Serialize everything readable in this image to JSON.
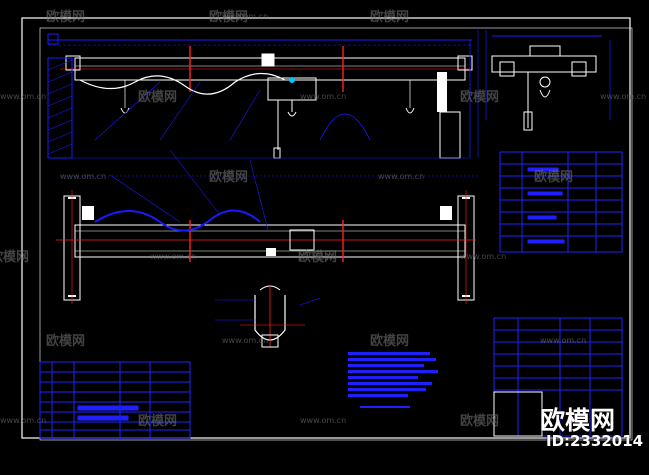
{
  "watermark": {
    "brand": "欧模网",
    "url": "www.om.cn"
  },
  "stamp": {
    "brand": "欧模网",
    "id": "ID:2332014"
  },
  "colors": {
    "background": "#000000",
    "frame": "#ffffff",
    "structure": "#ffffff",
    "dimension": "#1a1aff",
    "table": "#2020ff",
    "centerline": "#ff2020",
    "accent": "#00c8ff"
  }
}
